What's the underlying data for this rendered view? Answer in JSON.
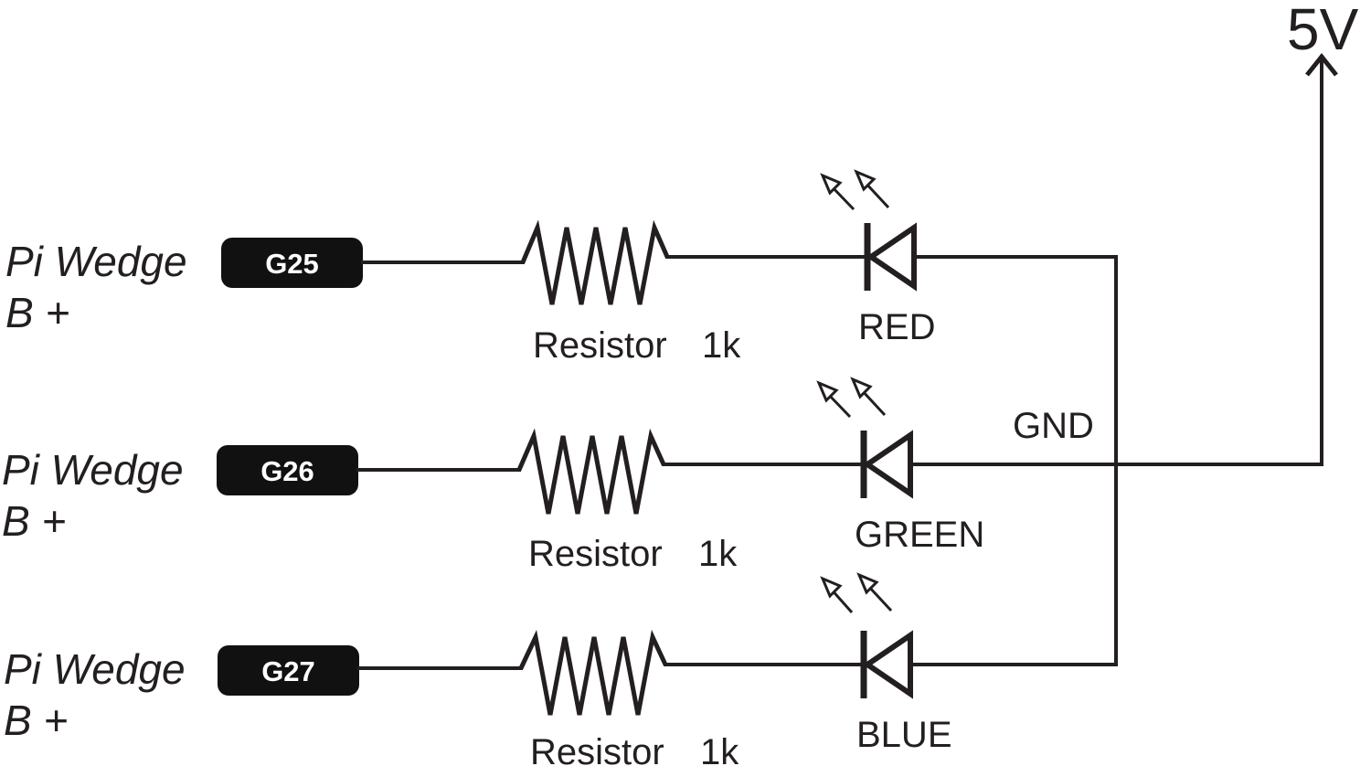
{
  "channels": [
    {
      "source_line1": "Pi Wedge",
      "source_line2": "B +",
      "pin": "G25",
      "resistor_label": "Resistor",
      "resistor_value": "1k",
      "led_label": "RED"
    },
    {
      "source_line1": "Pi Wedge",
      "source_line2": "B +",
      "pin": "G26",
      "resistor_label": "Resistor",
      "resistor_value": "1k",
      "led_label": "GREEN"
    },
    {
      "source_line1": "Pi Wedge",
      "source_line2": "B +",
      "pin": "G27",
      "resistor_label": "Resistor",
      "resistor_value": "1k",
      "led_label": "BLUE"
    }
  ],
  "gnd_label": "GND",
  "supply_label": "5V"
}
